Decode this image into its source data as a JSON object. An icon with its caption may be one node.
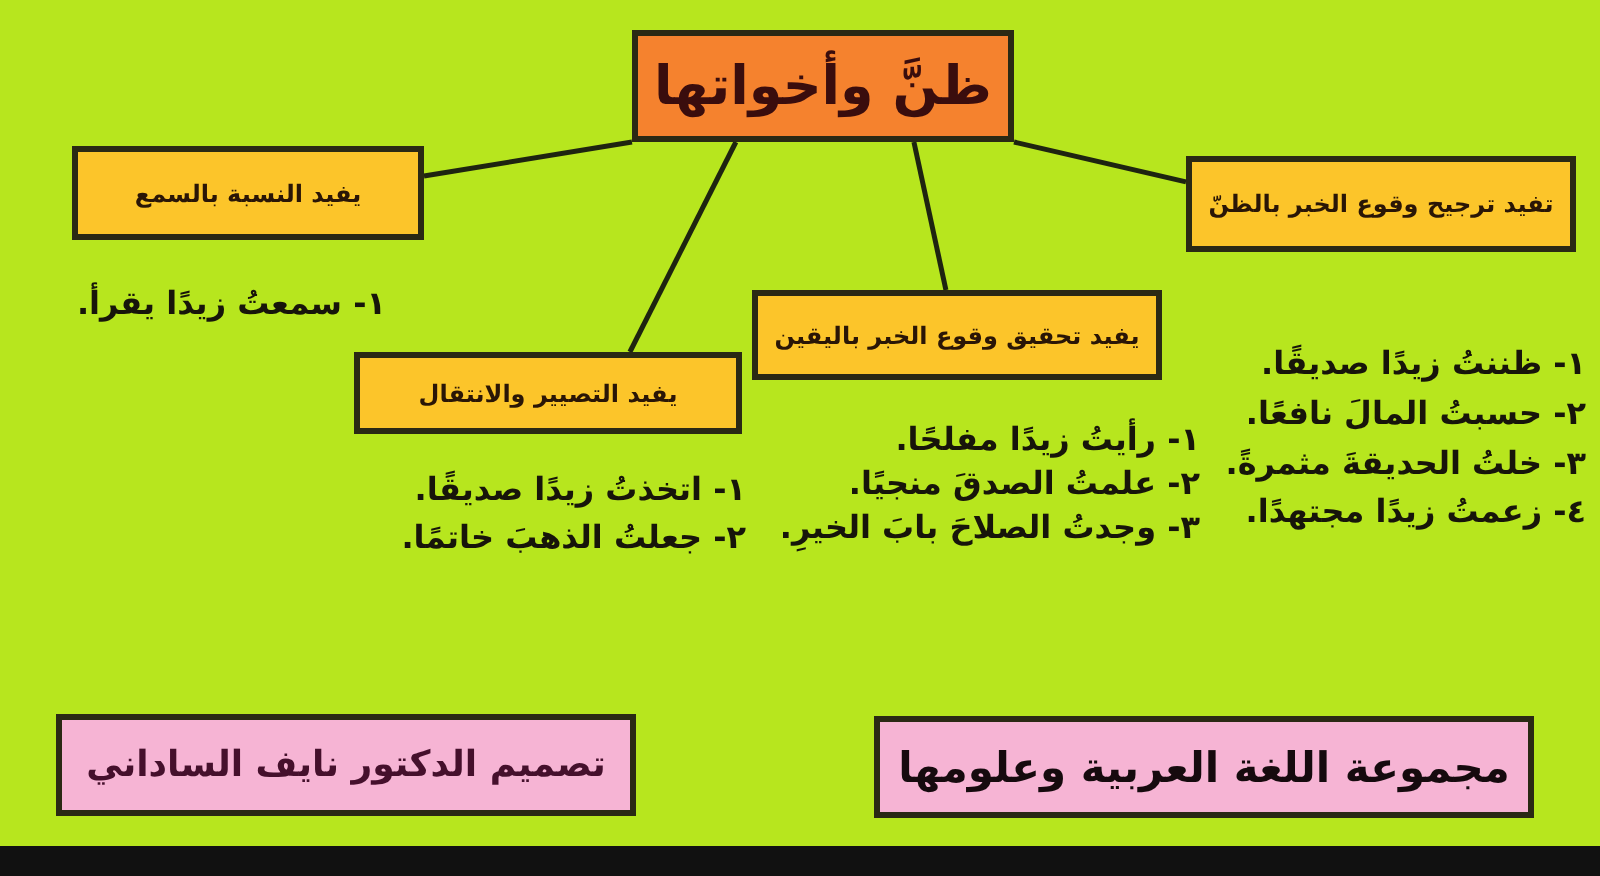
{
  "diagram": {
    "nodes": [
      {
        "text": [
          "ظنَّ وأخواتها"
        ]
      },
      {
        "text": [
          "تفيد ترجيح وقوع الخبر بالظنّ"
        ],
        "beside": [
          "١- ظننتُ زيدًا صديقًا.",
          "٢- حسبتُ المالَ نافعًا.",
          "٣- خلتُ الحديقةَ مثمرةً.",
          "٤- زعمتُ زيدًا مجتهدًا."
        ]
      },
      {
        "text": [
          "يفيد تحقيق وقوع الخبر باليقين"
        ],
        "beside": [
          "١- رأيتُ زيدًا مفلحًا.",
          "٢- علمتُ الصدقَ منجيًا.",
          "٣- وجدتُ الصلاحَ بابَ الخيرِ."
        ]
      },
      {
        "text": [
          "يفيد التصيير والانتقال"
        ],
        "beside": [
          "١- اتخذتُ زيدًا صديقًا.",
          "٢- جعلتُ الذهبَ خاتمًا."
        ]
      },
      {
        "text": [
          "يفيد النسبة بالسمع"
        ],
        "beside": [
          "١- سمعتُ زيدًا يقرأ."
        ]
      },
      {
        "text": [
          "مجموعة اللغة العربية وعلومها"
        ]
      },
      {
        "text": [
          "تصميم الدكتور نايف الساداني"
        ]
      }
    ],
    "edges": [
      {
        "from": 0,
        "to": 1,
        "arrow": "none"
      },
      {
        "from": 0,
        "to": 2,
        "arrow": "none"
      },
      {
        "from": 0,
        "to": 3,
        "arrow": "none"
      },
      {
        "from": 0,
        "to": 4,
        "arrow": "none"
      }
    ]
  }
}
